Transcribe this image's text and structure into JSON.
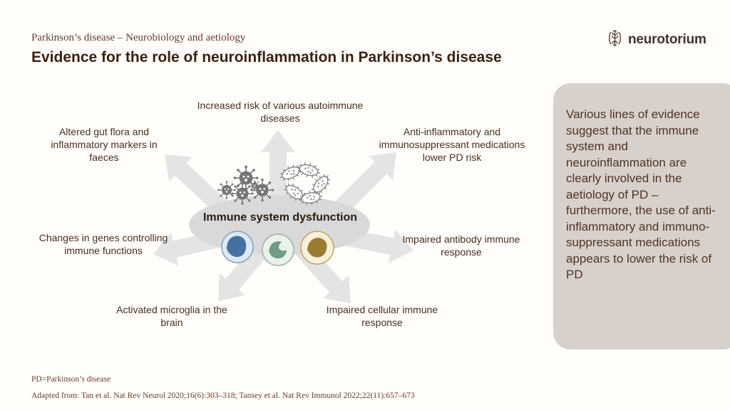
{
  "header": {
    "eyebrow": "Parkinson’s disease – Neurobiology and aetiology",
    "title": "Evidence for the role of neuroinflammation in Parkinson’s disease",
    "logo_text": "neurotorium",
    "logo_icon": "brain-icon"
  },
  "diagram": {
    "center_label": "Immune system dysfunction",
    "hub_icons": [
      "virus-cluster-icon",
      "bacteria-cluster-icon",
      "lymphocyte-blue-icon",
      "lymphocyte-green-icon",
      "lymphocyte-gold-icon"
    ],
    "nodes": [
      {
        "position": "top",
        "label": "Increased risk of various autoimmune diseases"
      },
      {
        "position": "top-left",
        "label": "Altered gut flora and inflammatory markers in faeces"
      },
      {
        "position": "top-right",
        "label": "Anti-inflammatory and immunosuppressant medications lower PD risk"
      },
      {
        "position": "mid-left",
        "label": "Changes in genes controlling immune functions"
      },
      {
        "position": "mid-right",
        "label": "Impaired antibody immune response"
      },
      {
        "position": "bottom-left",
        "label": "Activated microglia in the brain"
      },
      {
        "position": "bottom-right",
        "label": "Impaired cellular immune response"
      }
    ]
  },
  "side_panel": {
    "text": "Various lines of evidence suggest that the immune system and neuroinflammation are clearly involved in the aetiology of PD – furthermore, the use of anti-inflammatory and immuno-suppressant medications appears to lower the risk of PD"
  },
  "footnotes": {
    "abbreviation": "PD=Parkinson’s disease",
    "source": "Adapted from: Tan et al. Nat Rev Neurol 2020;16(6):303–318; Tansey et al. Nat Rev Immunol 2022;22(11):657–673"
  },
  "colors": {
    "brand_brown": "#46322a",
    "heading_brown": "#3b2212",
    "maroon_text": "#693a28",
    "label_text": "#4a2d1c",
    "panel_bg": "#d8d1cb",
    "hub_ellipse": "#d9d9d9",
    "arrow_gray": "#e4e4e4",
    "cell_blue": "#44719f",
    "cell_green": "#6f9c82",
    "cell_gold": "#9a7d30"
  }
}
